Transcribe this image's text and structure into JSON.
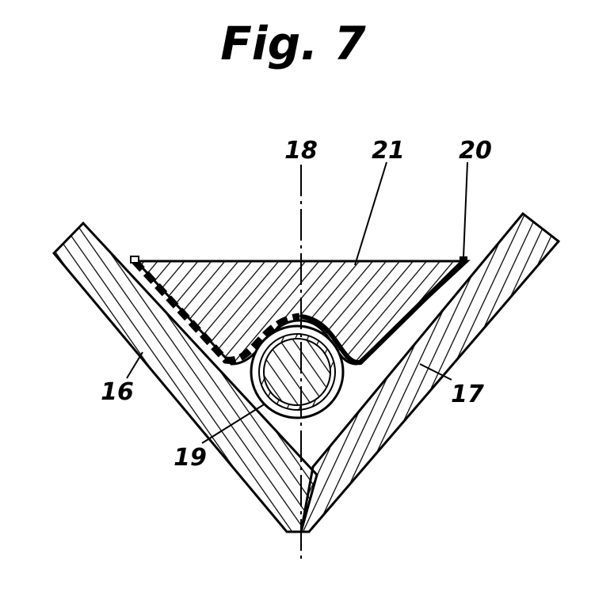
{
  "figure": {
    "title": "Fig. 7",
    "labels": {
      "l16": "16",
      "l17": "17",
      "l18": "18",
      "l19": "19",
      "l20": "20",
      "l21": "21"
    }
  },
  "colors": {
    "ink": "#000000",
    "paper": "#ffffff"
  }
}
